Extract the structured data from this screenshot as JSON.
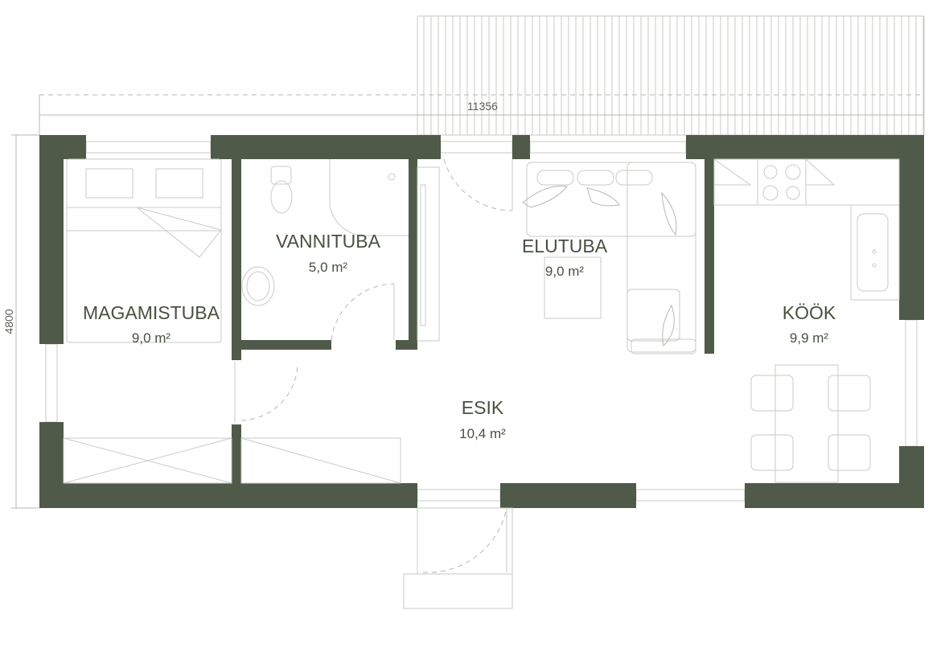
{
  "dimensions": {
    "width_label": "11356",
    "height_label": "4800"
  },
  "rooms": [
    {
      "name": "MAGAMISTUBA",
      "area": "9,0 m²"
    },
    {
      "name": "VANNITUBA",
      "area": "5,0 m²"
    },
    {
      "name": "ELUTUBA",
      "area": "9,0 m²"
    },
    {
      "name": "KÖÖK",
      "area": "9,9 m²"
    },
    {
      "name": "ESIK",
      "area": "10,4 m²"
    }
  ],
  "colors": {
    "wall": "#4f5b48",
    "text": "#46523f"
  }
}
